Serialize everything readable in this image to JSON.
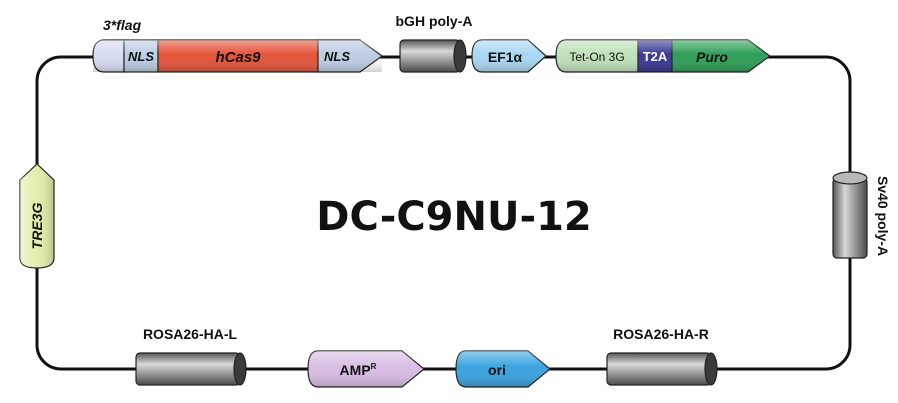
{
  "title": "DC-C9NU-12",
  "labels": {
    "flag": "3*flag",
    "bgh": "bGH poly-A",
    "sv40": "Sv40 poly-A",
    "rosa_l": "ROSA26-HA-L",
    "rosa_r": "ROSA26-HA-R"
  },
  "elements": {
    "nls1": "NLS",
    "hcas9": "hCas9",
    "nls2": "NLS",
    "ef1a": "EF1α",
    "teton": "Tet-On 3G",
    "t2a": "T2A",
    "puro": "Puro",
    "tre3g": "TRE3G",
    "amp": "AMP",
    "amp_sup": "R",
    "ori": "ori"
  },
  "colors": {
    "line": "#111111",
    "flag_tag": "#d7dcf1",
    "nls": "#bccde3",
    "hcas9": "#e4543a",
    "ef1a": "#a9d7f2",
    "teton": "#bfe0b8",
    "t2a": "#3a3894",
    "puro": "#2e9f58",
    "tre3g": "#e3eeaa",
    "amp": "#d8bde3",
    "ori": "#3aa3df",
    "cylinder": "#7a7a7a"
  }
}
